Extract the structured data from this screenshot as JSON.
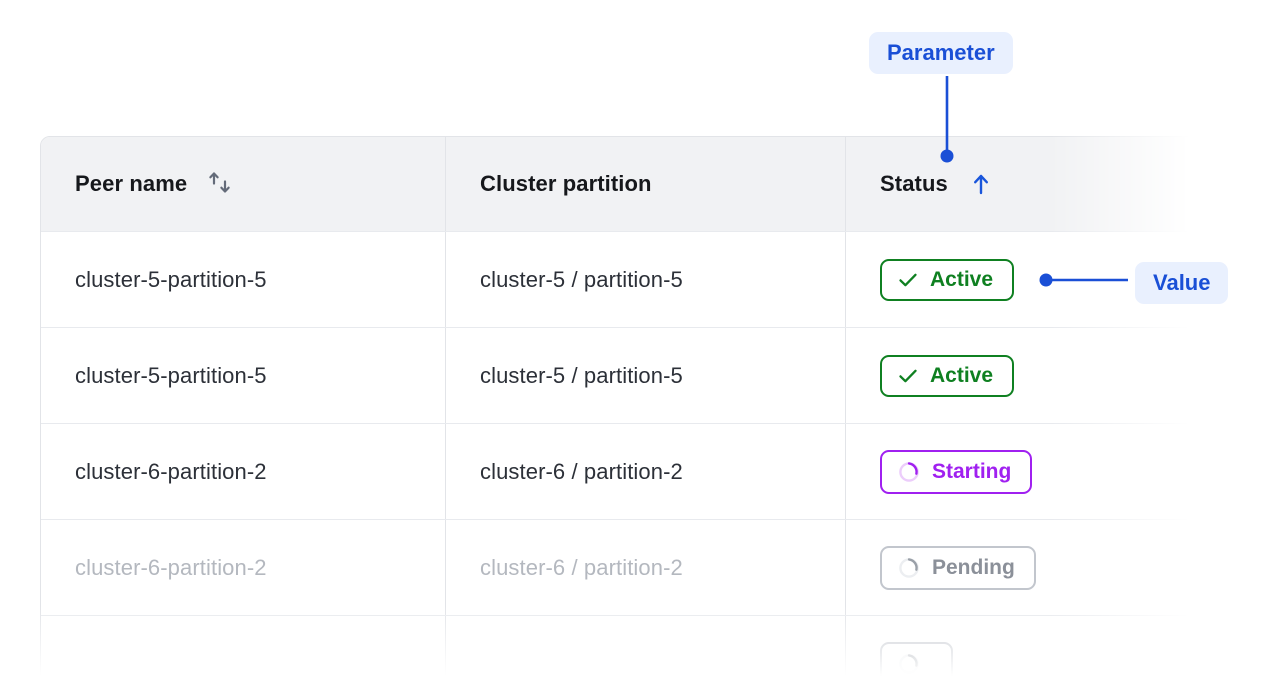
{
  "table": {
    "columns": [
      {
        "label": "Peer name",
        "sort_icon": "sort-both-arrows-icon",
        "sort_state": "none"
      },
      {
        "label": "Cluster partition",
        "sort_icon": "",
        "sort_state": "none"
      },
      {
        "label": "Status",
        "sort_icon": "arrow-up-icon",
        "sort_state": "ascending"
      }
    ],
    "rows": [
      {
        "peer_name": "cluster-5-partition-5",
        "cluster_partition": "cluster-5 / partition-5",
        "status": "Active",
        "status_kind": "active",
        "status_icon": "check-icon",
        "muted": false
      },
      {
        "peer_name": "cluster-5-partition-5",
        "cluster_partition": "cluster-5 / partition-5",
        "status": "Active",
        "status_kind": "active",
        "status_icon": "check-icon",
        "muted": false
      },
      {
        "peer_name": "cluster-6-partition-2",
        "cluster_partition": "cluster-6 / partition-2",
        "status": "Starting",
        "status_kind": "starting",
        "status_icon": "spinner-icon",
        "muted": false
      },
      {
        "peer_name": "cluster-6-partition-2",
        "cluster_partition": "cluster-6 / partition-2",
        "status": "Pending",
        "status_kind": "pending",
        "status_icon": "spinner-icon",
        "muted": true
      },
      {
        "peer_name": "",
        "cluster_partition": "",
        "status": "",
        "status_kind": "pending",
        "status_icon": "spinner-icon",
        "muted": true
      }
    ]
  },
  "annotations": [
    {
      "id": "parameter",
      "label": "Parameter",
      "connector": "vertical-line-with-dot"
    },
    {
      "id": "value",
      "label": "Value",
      "connector": "horizontal-line-with-dot"
    }
  ],
  "colors": {
    "accent_blue": "#1a4fd6",
    "annotation_bg": "#e9f0fe",
    "status_active": "#0f8021",
    "status_starting": "#a020f0",
    "status_pending": "#8b9099",
    "header_bg": "#f1f2f4",
    "border": "#e2e4e8",
    "text": "#2c3038",
    "text_muted": "#b4b8bf"
  }
}
